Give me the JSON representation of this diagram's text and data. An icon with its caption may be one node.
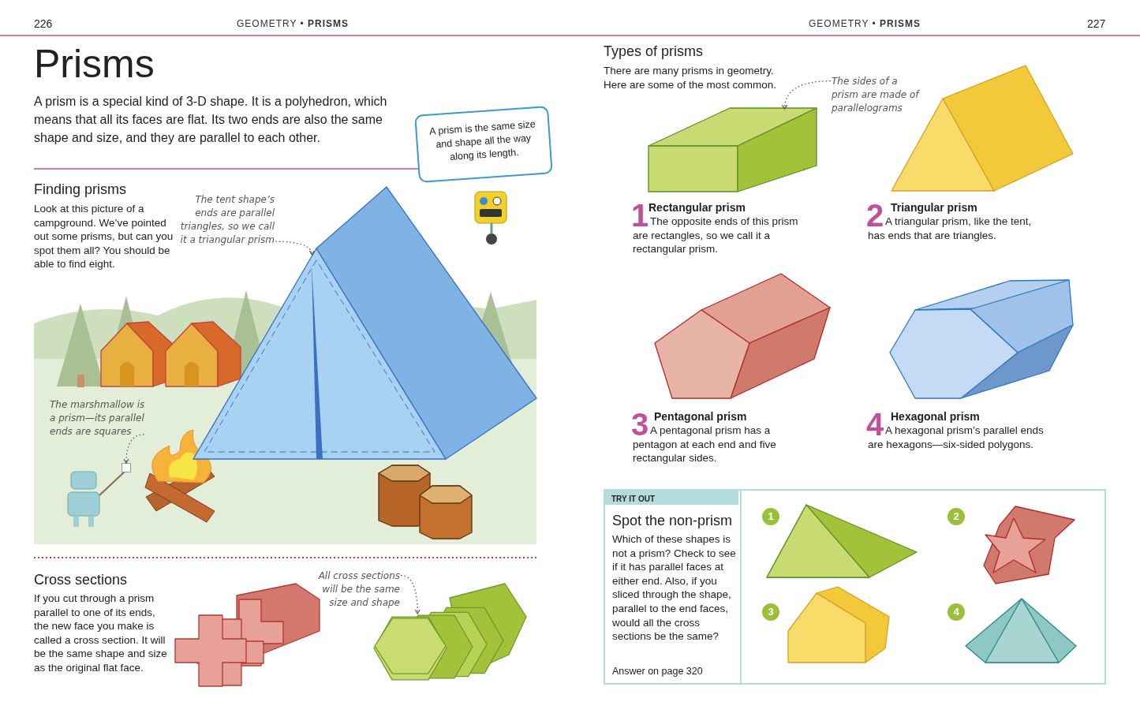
{
  "diagram": {
    "title": "Prisms",
    "nodes": [
      {
        "text": [
          "A prism is the same size and shape all the way along its length."
        ]
      },
      {
        "text": [
          "The tent shape’s ends are parallel triangles, so we call it a triangular prism"
        ]
      },
      {
        "text": [],
        "shape": "picture"
      },
      {
        "text": [
          "The marshmallow is a prism—its parallel ends are squares"
        ]
      },
      {
        "text": [],
        "shape": "box"
      },
      {
        "text": [
          "The sides of a prism are made of parallelograms"
        ]
      },
      {
        "text": [],
        "shape": "picture"
      },
      {
        "text": [
          "All cross sections will be the same size and shape"
        ]
      },
      {
        "text": [],
        "shape": "picture"
      },
      {
        "text": [
          "TRY IT OUT",
          "Spot the non-prism",
          "Which of these shapes is not a prism? Check to see if it has parallel faces at either end. Also, if you sliced through the shape, parallel to the end faces, would all the cross sections be the same?",
          "Answer on page 320"
        ]
      },
      {
        "text": [
          "1"
        ],
        "in": 9
      },
      {
        "text": [
          "2"
        ],
        "in": 9
      },
      {
        "text": [
          "3"
        ],
        "in": 9
      },
      {
        "text": [
          "4"
        ],
        "in": 9
      }
    ],
    "edges": [
      {
        "from": 1,
        "to": 2,
        "arrow": "to",
        "style": "dashed"
      },
      {
        "from": 3,
        "to": 4,
        "arrow": "to",
        "style": "dashed"
      },
      {
        "from": 5,
        "to": 6,
        "arrow": "to",
        "style": "dashed"
      },
      {
        "from": 7,
        "to": 8,
        "arrow": "to",
        "style": "dashed"
      }
    ],
    "labels": [
      "226",
      "GEOMETRY • **PRISMS**",
      "A prism is a special kind of 3-D shape. It is a polyhedron, which means that all its faces are flat. Its two ends are also the same shape and size, and they are parallel to each other.",
      "Finding prisms",
      "Look at this picture of a campground. We’ve pointed out some prisms, but can you spot them all? You should be able to find eight.",
      "Cross sections",
      "If you cut through a prism parallel to one of its ends, the new face you make is called a cross section. It will be the same shape and size as the original flat face.",
      "227",
      "GEOMETRY • **PRISMS**",
      "Types of prisms",
      "There are many prisms in geometry. Here are some of the most common.",
      "1",
      "Rectangular prism",
      "The opposite ends of this prism are rectangles, so we call it a rectangular prism.",
      "2",
      "Triangular prism",
      "A triangular prism, like the tent, has ends that are triangles.",
      "3",
      "Pentagonal prism",
      "A pentagonal prism has a pentagon at each end and five rectangular sides.",
      "4",
      "Hexagonal prism",
      "A hexagonal prism’s parallel ends are hexagons—six-sided polygons."
    ]
  }
}
